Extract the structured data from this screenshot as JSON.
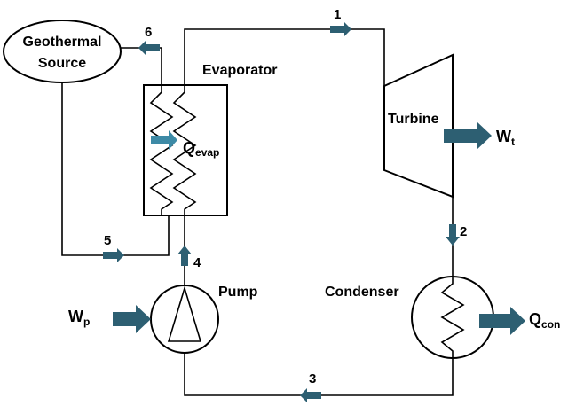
{
  "components": {
    "geothermal_source": {
      "line1": "Geothermal",
      "line2": "Source"
    },
    "evaporator": "Evaporator",
    "turbine": "Turbine",
    "pump": "Pump",
    "condenser": "Condenser"
  },
  "states": {
    "s1": "1",
    "s2": "2",
    "s3": "3",
    "s4": "4",
    "s5": "5",
    "s6": "6"
  },
  "energy": {
    "q_evap": {
      "symbol": "Q",
      "sub": "evap"
    },
    "w_t": {
      "symbol": "W",
      "sub": "t"
    },
    "w_p": {
      "symbol": "W",
      "sub": "p"
    },
    "q_con": {
      "symbol": "Q",
      "sub": "con"
    }
  },
  "colors": {
    "arrow": "#2d5f72",
    "arrow_light": "#3d8aa6",
    "line": "#000000"
  }
}
